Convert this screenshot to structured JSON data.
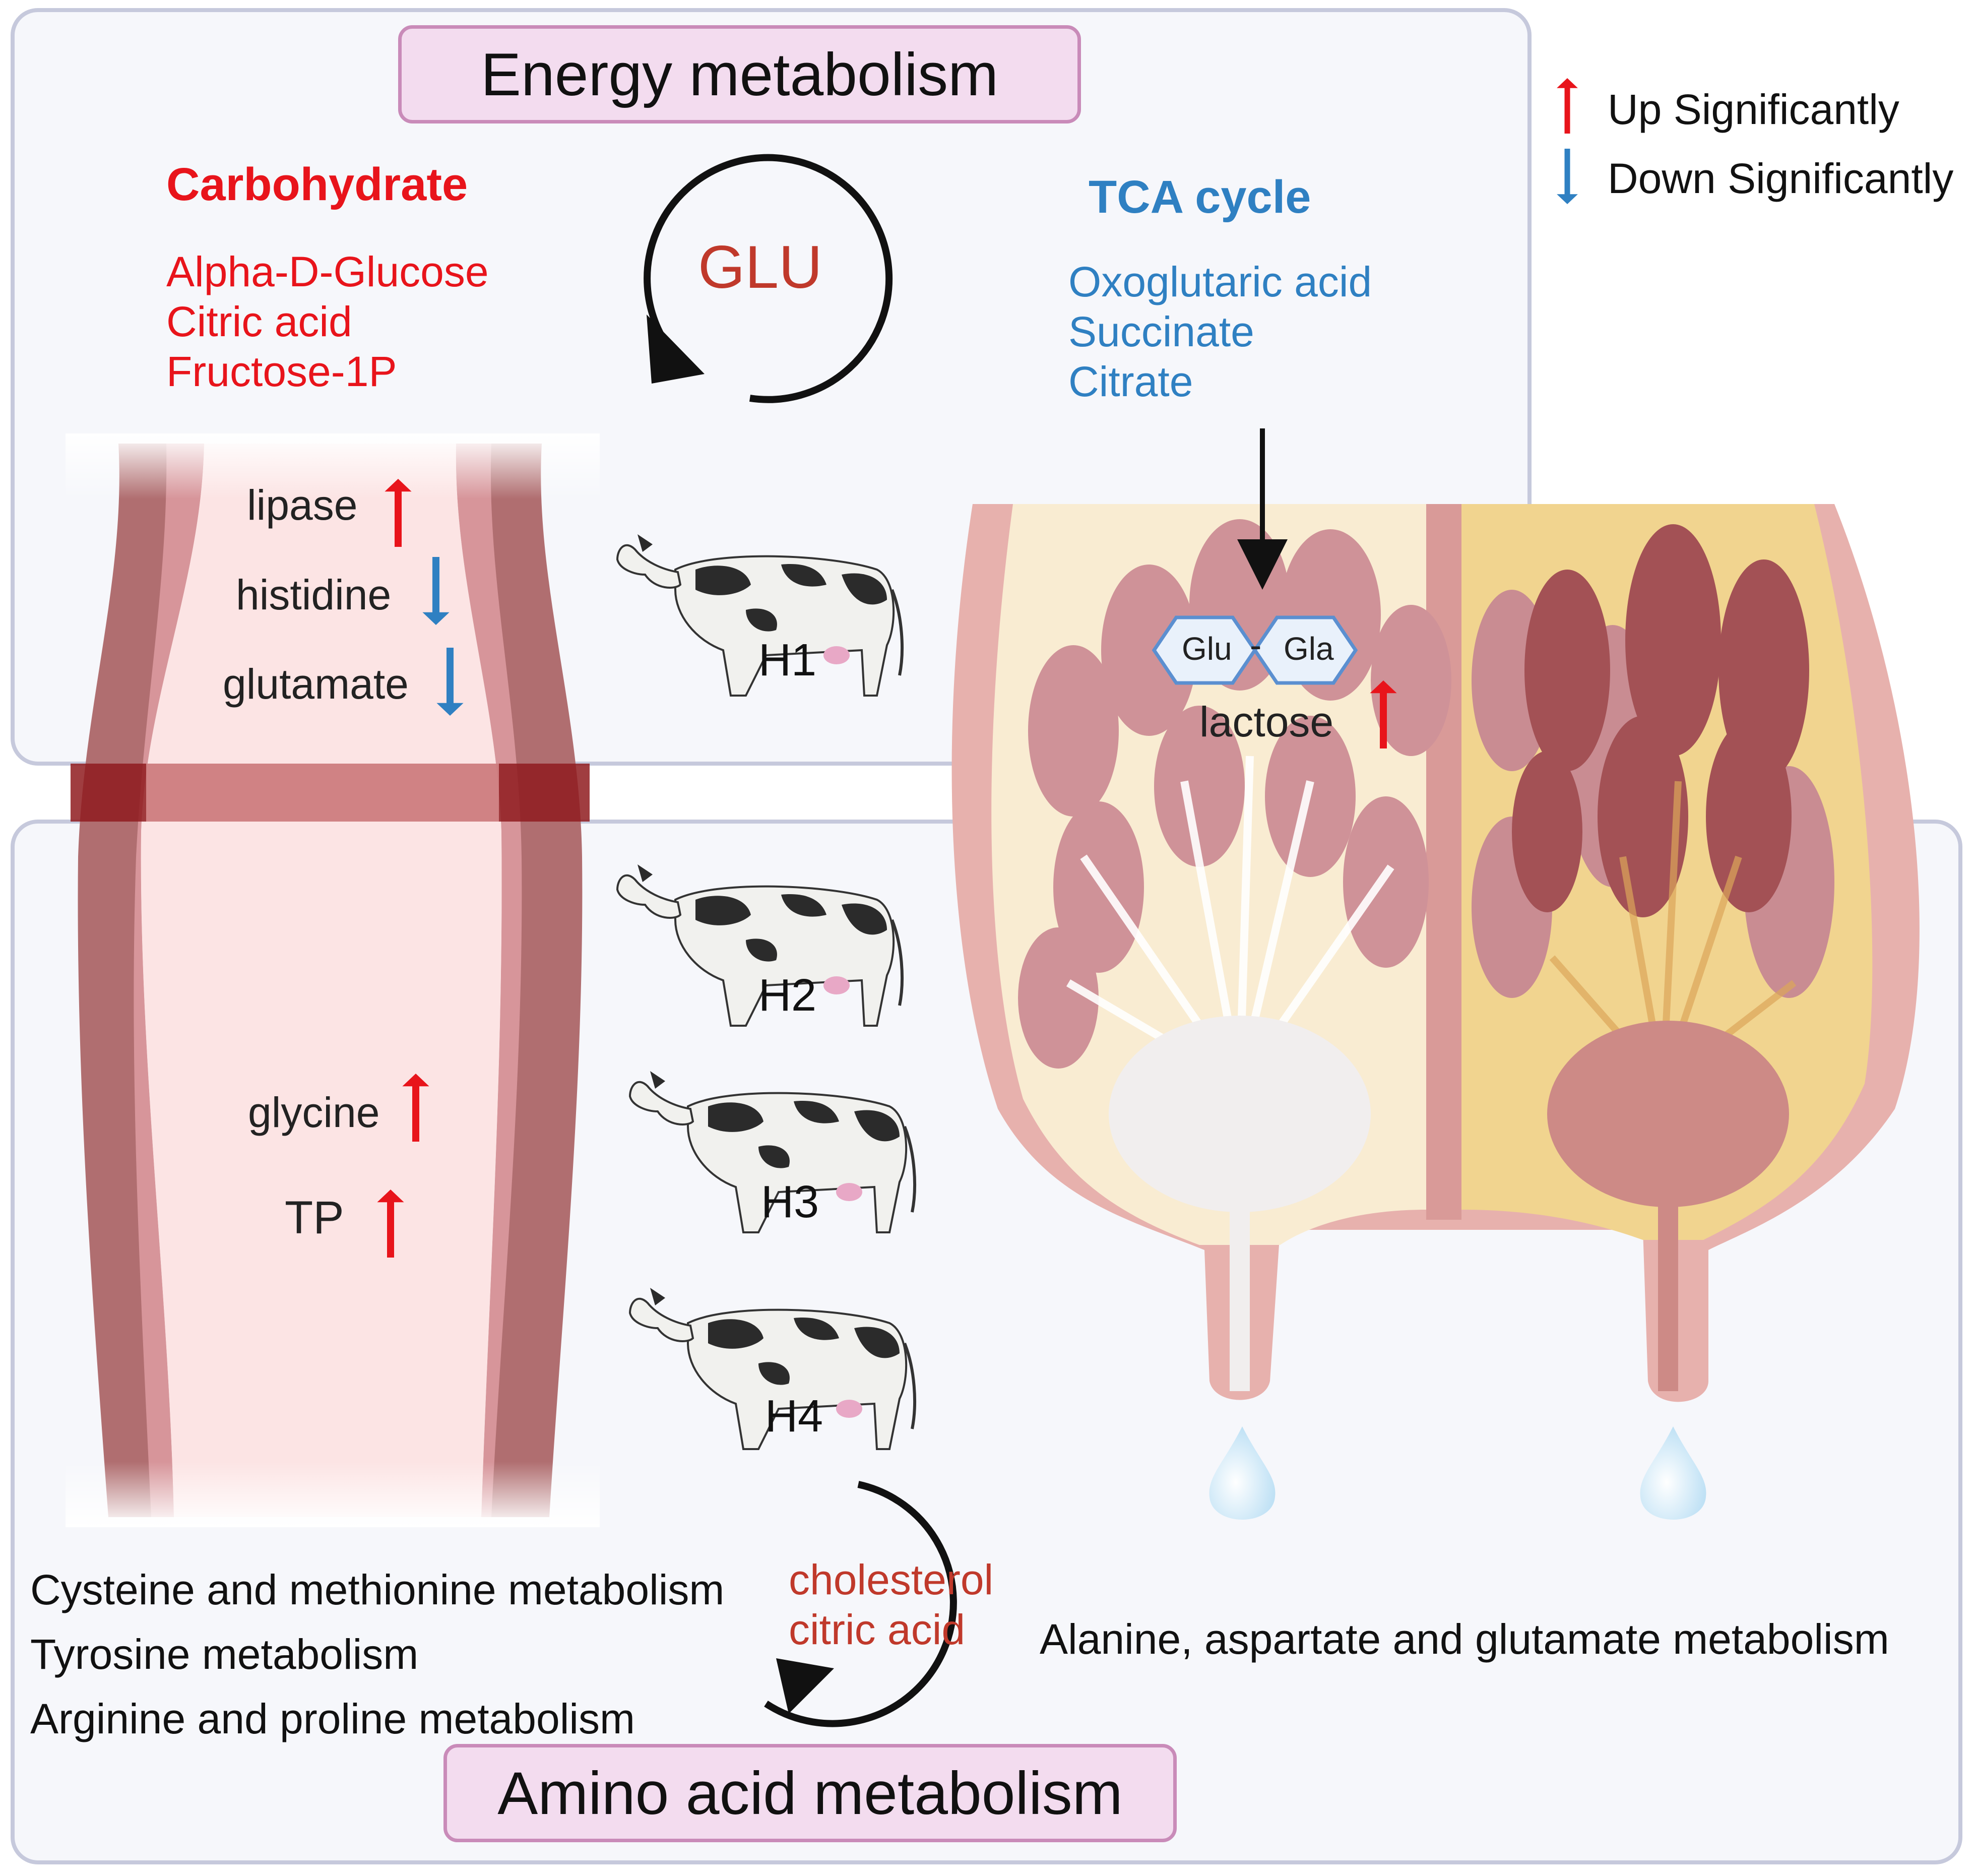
{
  "energy_panel": {
    "title": "Energy metabolism",
    "carbohydrate": {
      "heading": "Carbohydrate",
      "items": [
        "Alpha-D-Glucose",
        "Citric acid",
        "Fructose-1P"
      ]
    },
    "cycle_label": "GLU",
    "tca": {
      "heading": "TCA cycle",
      "items": [
        "Oxoglutaric acid",
        "Succinate",
        "Citrate"
      ]
    }
  },
  "legend": {
    "up_label": "Up Significantly",
    "down_label": "Down Significantly",
    "up_color": "#e8141b",
    "down_color": "#2f80c2"
  },
  "vessel_metabolites": [
    {
      "name": "lipase",
      "trend": "up"
    },
    {
      "name": "histidine",
      "trend": "down"
    },
    {
      "name": "glutamate",
      "trend": "down"
    },
    {
      "name": "glycine",
      "trend": "up"
    },
    {
      "name": "TP",
      "trend": "up"
    }
  ],
  "cows": [
    "H1",
    "H2",
    "H3",
    "H4"
  ],
  "mammary": {
    "glu": "Glu",
    "bond": "-",
    "gla": "Gla",
    "lactose": {
      "name": "lactose",
      "trend": "up"
    }
  },
  "amino_panel": {
    "title": "Amino acid metabolism",
    "pathways": [
      "Cysteine and methionine metabolism",
      "Tyrosine metabolism",
      "Arginine and proline metabolism"
    ],
    "cycle_items": [
      "cholesterol",
      "citric acid"
    ],
    "right_pathway": "Alanine, aspartate and glutamate metabolism"
  }
}
